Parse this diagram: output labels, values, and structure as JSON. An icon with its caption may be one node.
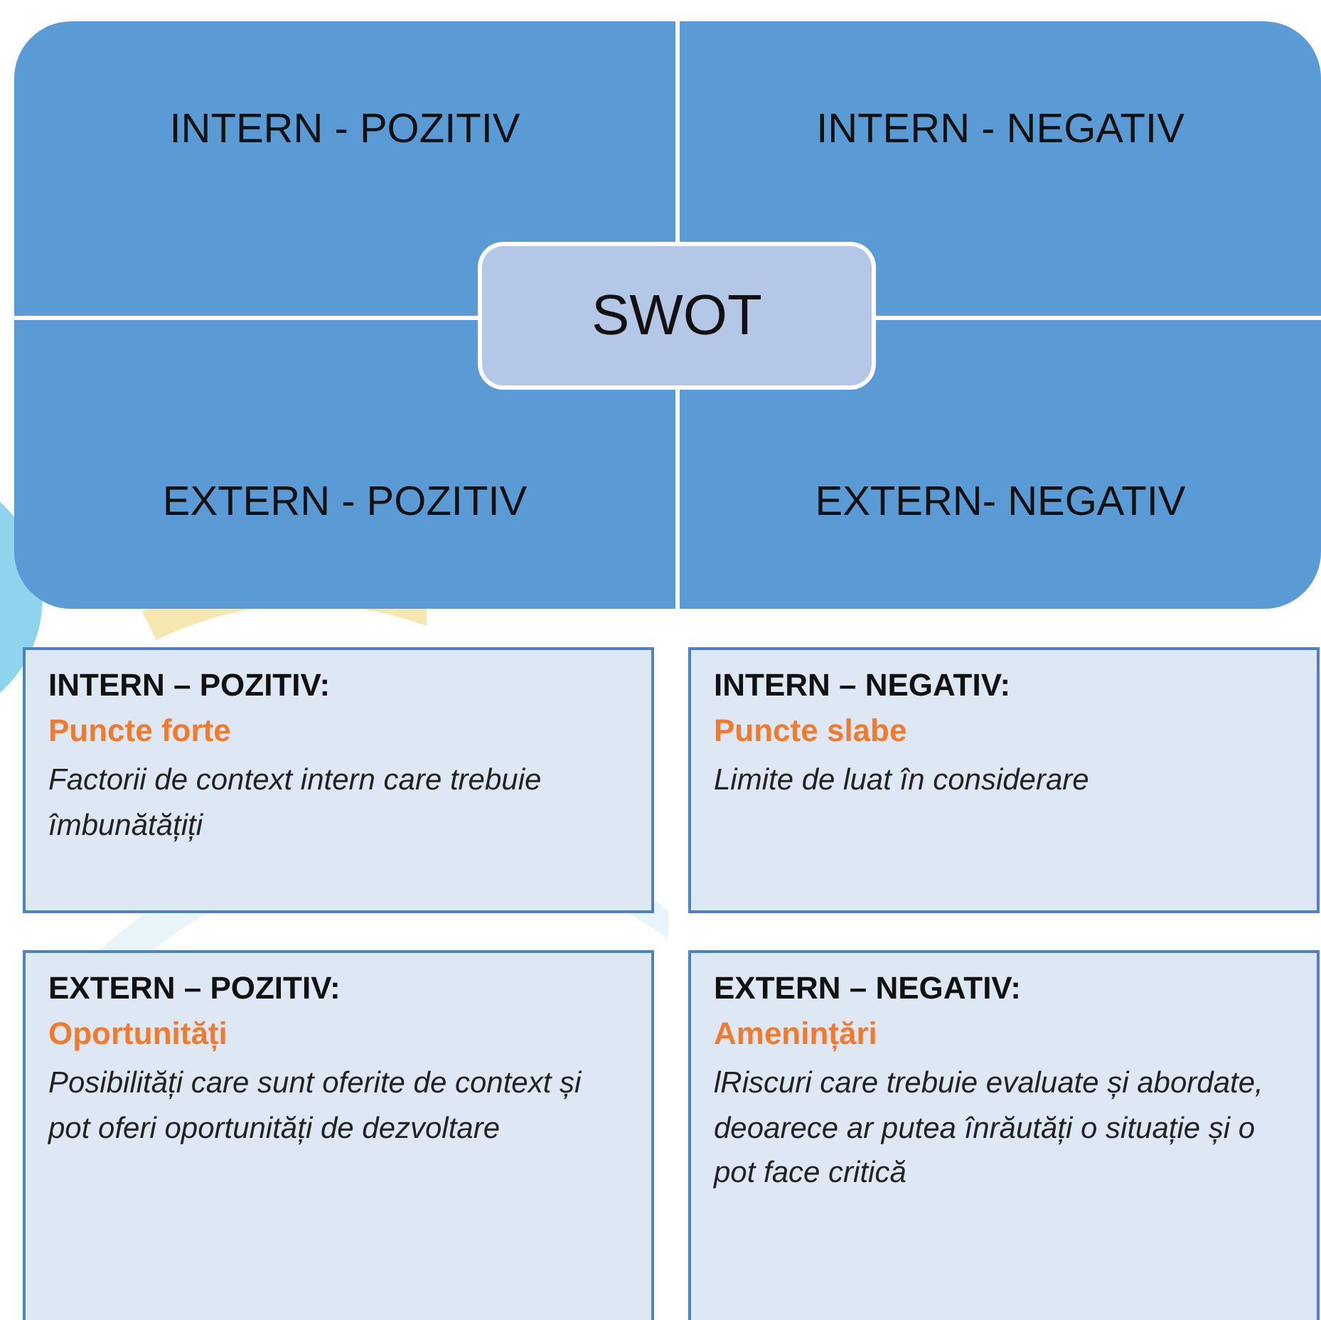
{
  "diagram": {
    "nodes": [
      {
        "text": [
          "INTERN - POZITIV"
        ]
      },
      {
        "text": [
          "INTERN - NEGATIV"
        ]
      },
      {
        "text": [
          "EXTERN - POZITIV"
        ]
      },
      {
        "text": [
          "EXTERN- NEGATIV"
        ]
      },
      {
        "text": [
          "SWOT"
        ]
      },
      {
        "text": [
          "INTERN – POZITIV:",
          "Puncte forte",
          "Factorii de context intern care trebuie îmbunătățiți"
        ]
      },
      {
        "text": [
          "INTERN – NEGATIV:",
          "Puncte slabe",
          "Limite de luat în considerare"
        ]
      },
      {
        "text": [
          "EXTERN – POZITIV:",
          "Oportunități",
          "Posibilități care sunt oferite de context și pot oferi oportunități de dezvoltare"
        ]
      },
      {
        "text": [
          "EXTERN – NEGATIV:",
          "Amenințări",
          "lRiscuri care trebuie evaluate și abordate, deoarece ar putea înrăutăți o situație și o pot face critică"
        ]
      }
    ]
  }
}
